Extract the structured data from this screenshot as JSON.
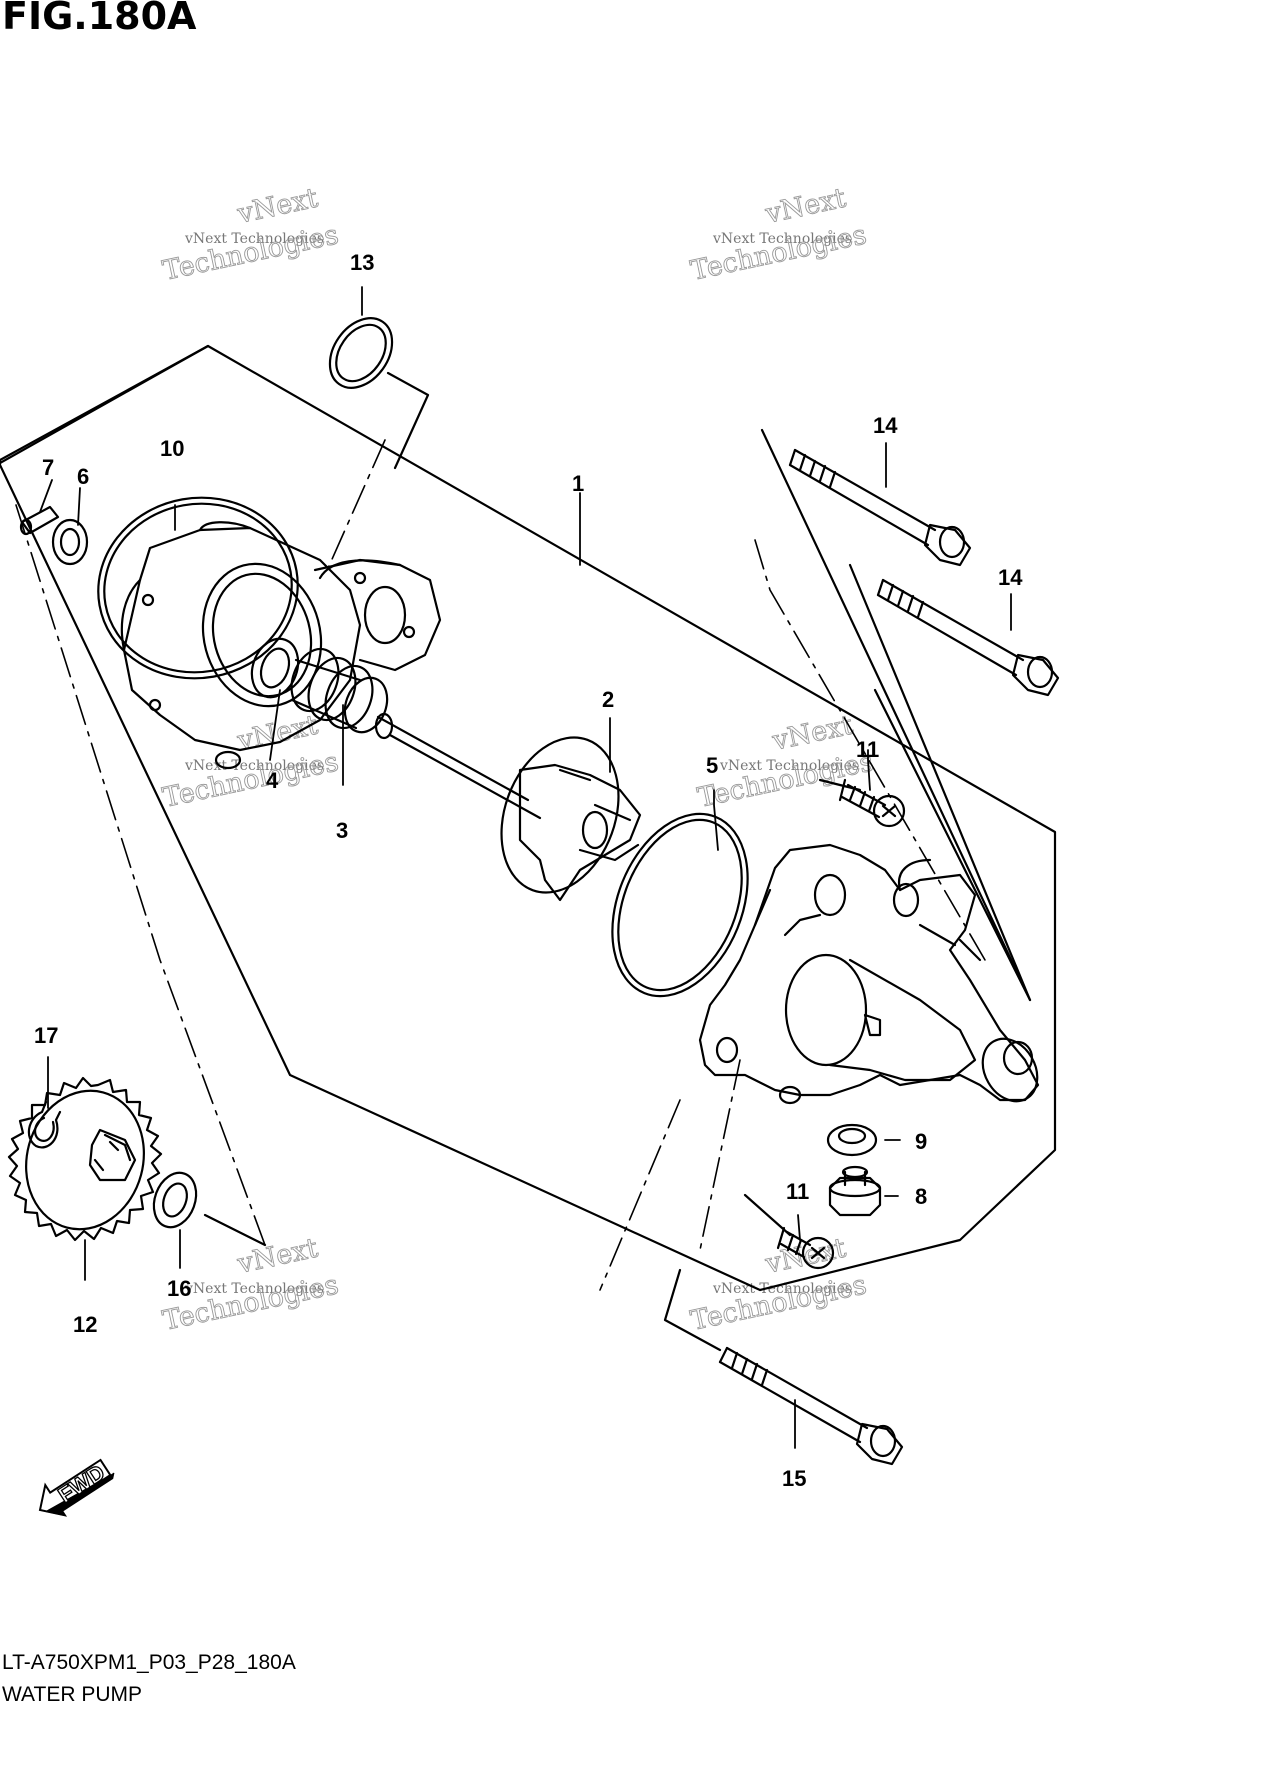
{
  "figure": {
    "title": "FIG.180A",
    "code": "LT-A750XPM1_P03_P28_180A",
    "caption": "WATER PUMP"
  },
  "callouts": [
    "1",
    "2",
    "3",
    "4",
    "5",
    "6",
    "7",
    "8",
    "9",
    "10",
    "11",
    "11",
    "12",
    "13",
    "14",
    "14",
    "15",
    "16",
    "17"
  ],
  "watermark": {
    "small": "vNext Technologies",
    "big_top": "vNext",
    "big_bottom": "Technologies"
  },
  "direction_marker": {
    "label": "FWD",
    "icon": "fwd-arrow-icon"
  }
}
